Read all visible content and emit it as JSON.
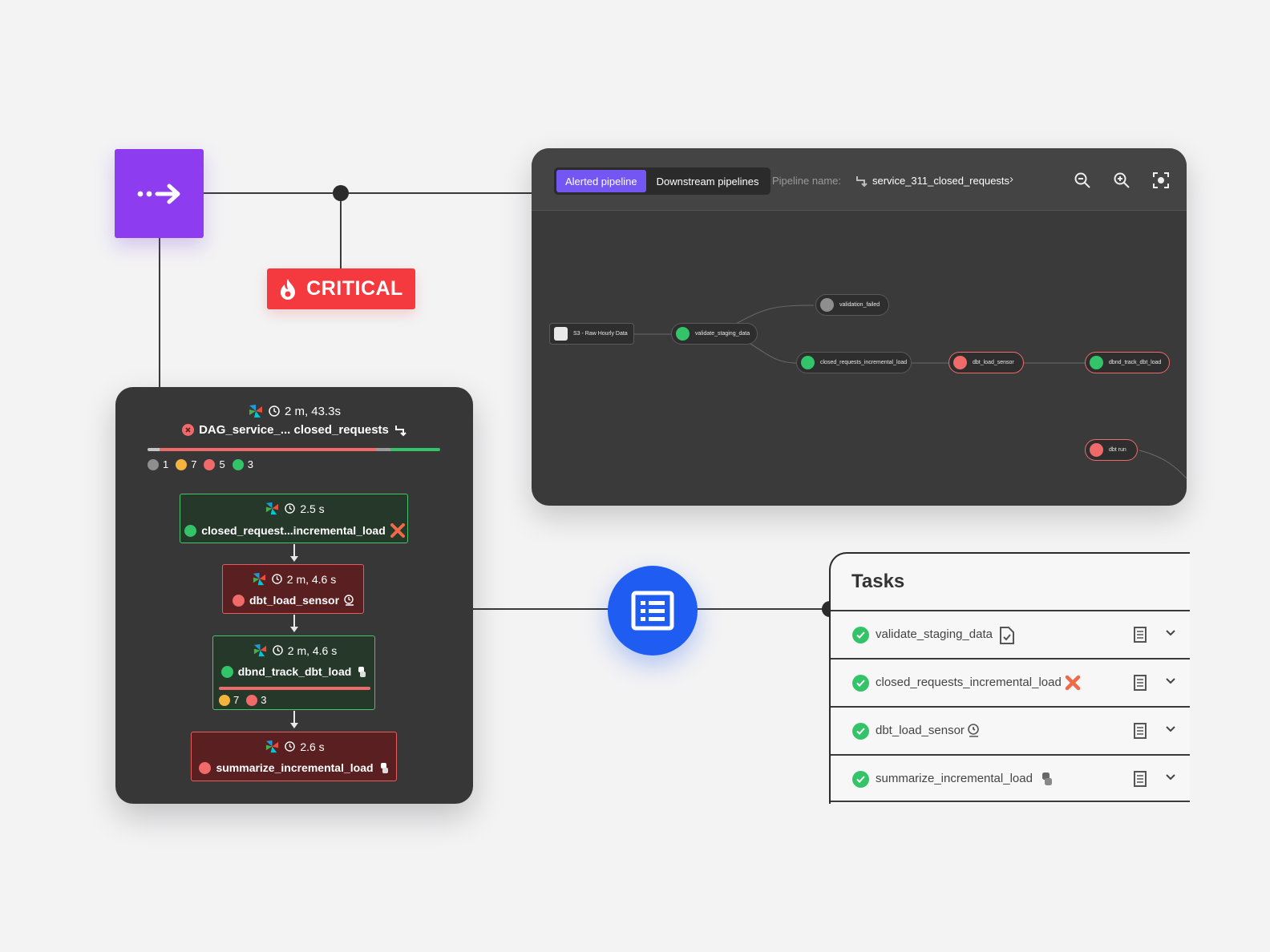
{
  "badge": {
    "label": "CRITICAL"
  },
  "pipeline": {
    "tabs": [
      {
        "label": "Alerted pipeline",
        "active": true
      },
      {
        "label": "Downstream pipelines",
        "active": false
      }
    ],
    "name_label": "Pipeline name:",
    "name_value": "service_311_closed_requests",
    "nodes": {
      "source": "S3 - Raw Hourly Data",
      "validate": "validate_staging_data",
      "failed": "validation_failed",
      "closed": "closed_requests_incremental_load",
      "sensor": "dbt_load_sensor",
      "dbnd": "dbnd_track_dbt_load",
      "dbtrun": "dbt run"
    }
  },
  "dag": {
    "duration": "2 m, 43.3s",
    "name": "DAG_service_... closed_requests",
    "progress": {
      "skipped_fraction": 0.04,
      "failed_fraction": 0.74,
      "running_fraction": 0.05,
      "success_fraction": 0.17
    },
    "counts": {
      "skipped": "1",
      "warning": "7",
      "failed": "5",
      "success": "3"
    },
    "tasks": [
      {
        "duration": "2.5 s",
        "name": "closed_request...incremental_load",
        "state": "success"
      },
      {
        "duration": "2 m, 4.6 s",
        "name": "dbt_load_sensor",
        "state": "failed"
      },
      {
        "duration": "2 m, 4.6 s",
        "name": "dbnd_track_dbt_load",
        "state": "success",
        "warning": "7",
        "failed": "3"
      },
      {
        "duration": "2.6 s",
        "name": "summarize_incremental_load",
        "state": "failed"
      }
    ]
  },
  "tasks_panel": {
    "title": "Tasks",
    "rows": [
      {
        "name": "validate_staging_data"
      },
      {
        "name": "closed_requests_incremental_load"
      },
      {
        "name": "dbt_load_sensor"
      },
      {
        "name": "summarize_incremental_load"
      }
    ]
  },
  "colors": {
    "purple": "#8d3cf0",
    "critical": "#f43a3f",
    "blue": "#1e5cf2",
    "success": "#33c46a",
    "failed": "#f06a6a"
  }
}
